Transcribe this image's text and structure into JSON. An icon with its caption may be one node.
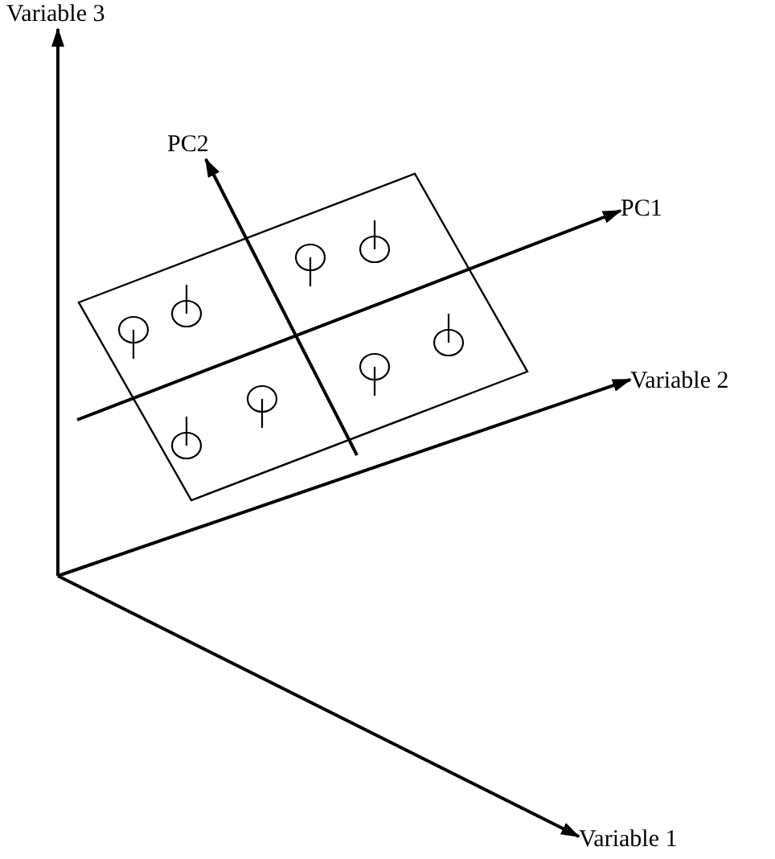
{
  "diagram": {
    "nodes": [
      {
        "text": [
          "Variable 3"
        ]
      },
      {
        "text": [
          "PC2"
        ]
      },
      {
        "text": [
          "PC1"
        ]
      },
      {
        "text": [
          "Variable 2"
        ]
      },
      {
        "text": [
          "Variable 1"
        ]
      }
    ],
    "edges": [
      {
        "from": null,
        "to": 0,
        "arrow": "to"
      },
      {
        "from": null,
        "to": 1,
        "arrow": "to"
      },
      {
        "from": null,
        "to": 2,
        "arrow": "to"
      },
      {
        "from": null,
        "to": 3,
        "arrow": "to"
      },
      {
        "from": null,
        "to": 4,
        "arrow": "to"
      }
    ]
  }
}
